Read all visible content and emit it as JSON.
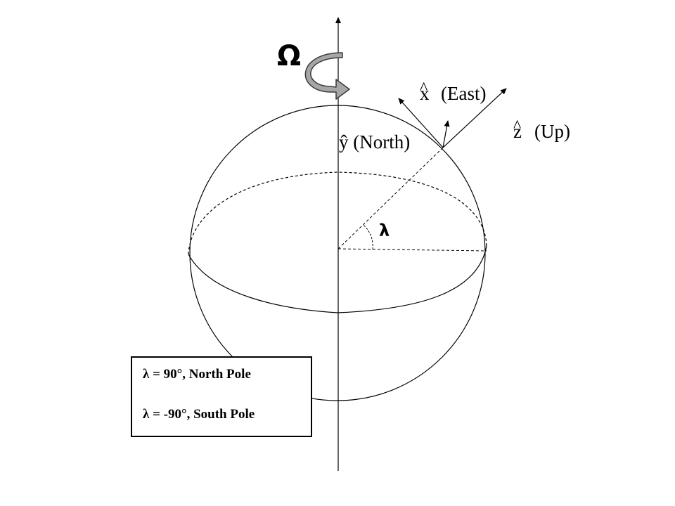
{
  "labels": {
    "omega": "Ω",
    "x_axis": "x",
    "x_axis_desc": "(East)",
    "z_axis": "z",
    "z_axis_desc": "(Up)",
    "y_axis": "ŷ (North)",
    "latitude_symbol": "λ",
    "hat": "^"
  },
  "legend": {
    "north": "λ = 90°, North Pole",
    "south": "λ = -90°, South Pole"
  },
  "colors": {
    "line": "#000000",
    "rotation_arrow_fill": "#a6a6a6",
    "rotation_arrow_stroke": "#3a3a3a",
    "background": "#ffffff"
  }
}
